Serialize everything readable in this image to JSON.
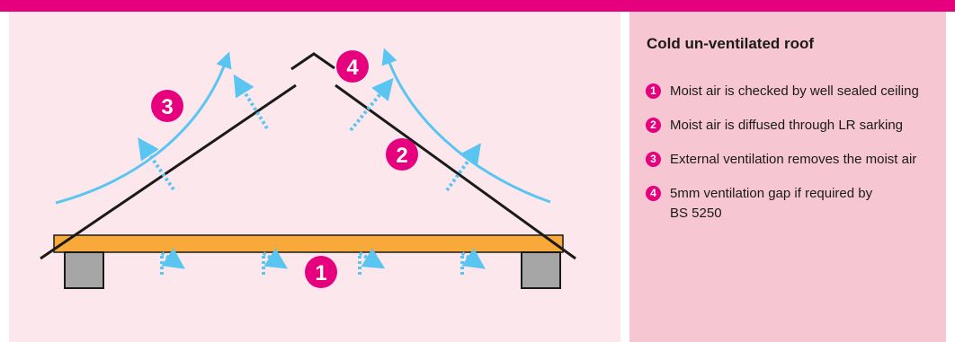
{
  "legend": {
    "title": "Cold un-ventilated roof",
    "items": [
      {
        "number": "1",
        "text": "Moist air is checked by well sealed ceiling"
      },
      {
        "number": "2",
        "text": "Moist air is diffused through LR sarking"
      },
      {
        "number": "3",
        "text": "External ventilation removes the moist air"
      },
      {
        "number": "4",
        "text": "5mm ventilation gap if required by BS 5250"
      }
    ]
  },
  "diagram": {
    "badges": [
      "1",
      "2",
      "3",
      "4"
    ]
  },
  "colors": {
    "accent": "#e6007e",
    "diagram_background": "#fce7ed",
    "legend_background": "#f7c6d3",
    "airflow": "#5bc5f2",
    "insulation": "#f9a939",
    "support": "#a6a6a6"
  }
}
